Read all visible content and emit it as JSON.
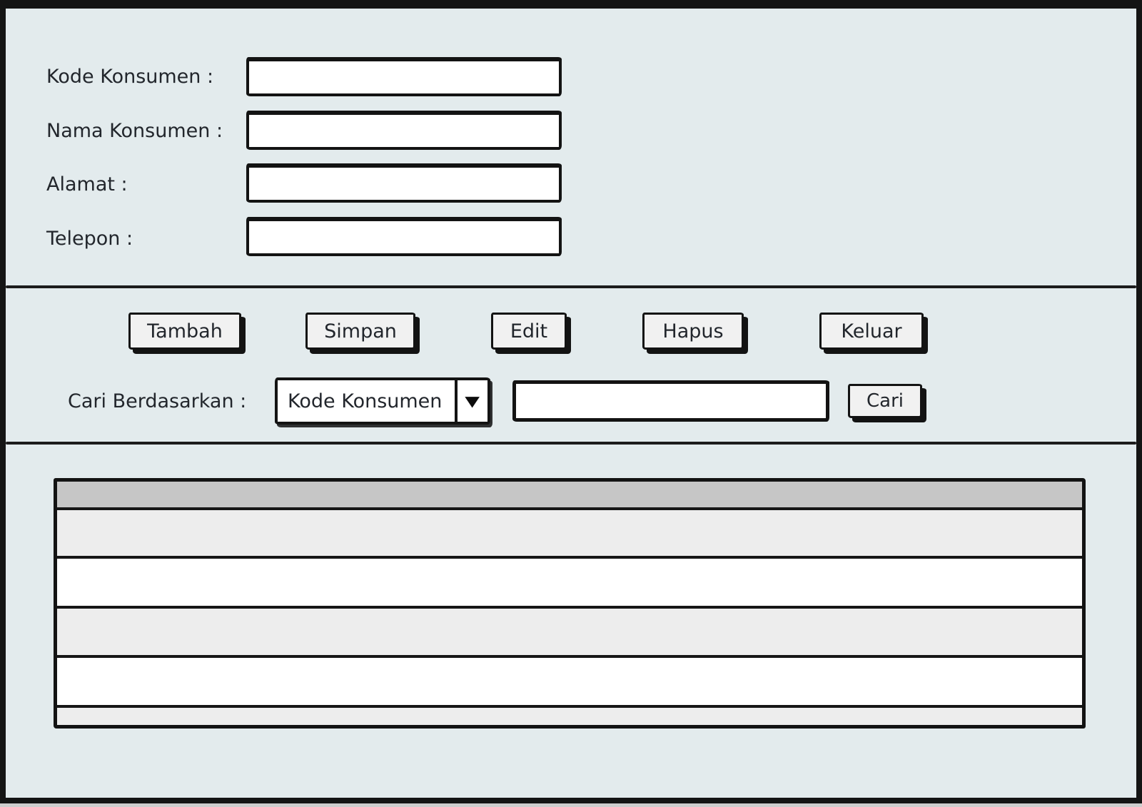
{
  "window": {
    "background": "#e3ebed",
    "frame_color": "#141414"
  },
  "form": {
    "fields": [
      {
        "id": "kode-konsumen",
        "label": "Kode Konsumen :",
        "value": ""
      },
      {
        "id": "nama-konsumen",
        "label": "Nama Konsumen :",
        "value": ""
      },
      {
        "id": "alamat",
        "label": "Alamat :",
        "value": ""
      },
      {
        "id": "telepon",
        "label": "Telepon :",
        "value": ""
      }
    ]
  },
  "actions": {
    "buttons": [
      {
        "id": "tambah",
        "label": "Tambah"
      },
      {
        "id": "simpan",
        "label": "Simpan"
      },
      {
        "id": "edit",
        "label": "Edit"
      },
      {
        "id": "hapus",
        "label": "Hapus"
      },
      {
        "id": "keluar",
        "label": "Keluar"
      }
    ]
  },
  "search": {
    "label": "Cari Berdasarkan :",
    "dropdown": {
      "selected": "Kode Konsumen",
      "arrow_icon": "▼"
    },
    "input_value": "",
    "button_label": "Cari"
  },
  "table": {
    "header": {
      "color": "#c6c6c6",
      "columns": []
    },
    "rows": [
      {
        "color": "#ededed",
        "cells": []
      },
      {
        "color": "#ffffff",
        "cells": []
      },
      {
        "color": "#ededed",
        "cells": []
      },
      {
        "color": "#ffffff",
        "cells": []
      },
      {
        "color": "#ededed",
        "cells": []
      }
    ]
  }
}
